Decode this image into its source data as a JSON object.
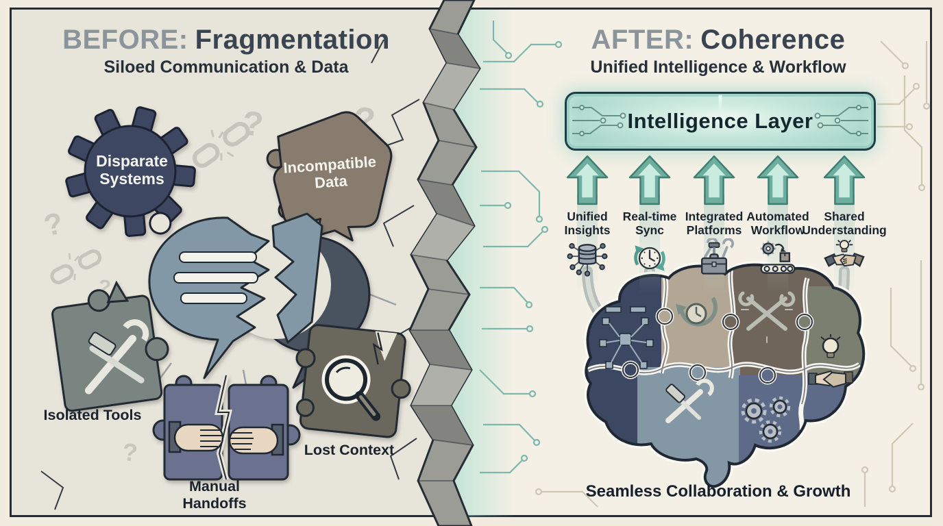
{
  "poster": {
    "before": {
      "title_prefix": "BEFORE:",
      "title_main": "Fragmentation",
      "subtitle": "Siloed Communication & Data",
      "question_mark_glyph": "?",
      "problems": [
        {
          "label": "Disparate Systems",
          "icon": "gear-puzzle-icon"
        },
        {
          "label": "Incompatible Data",
          "icon": "torn-puzzle-piece-icon"
        },
        {
          "label": "Isolated Tools",
          "icon": "wrench-hammer-puzzle-icon"
        },
        {
          "label": "Manual Handoffs",
          "icon": "split-puzzle-hands-icon"
        },
        {
          "label": "Lost Context",
          "icon": "magnifier-puzzle-icon"
        }
      ],
      "center_motif": "broken-speech-bubbles-icon",
      "background_motifs": [
        "question-mark-icon",
        "broken-chain-icon",
        "crack-lines"
      ]
    },
    "after": {
      "title_prefix": "AFTER:",
      "title_main": "Coherence",
      "subtitle": "Unified Intelligence & Workflow",
      "intelligence_layer": "Intelligence Layer",
      "benefits": [
        {
          "label": "Unified Insights",
          "icon": "database-network-icon"
        },
        {
          "label": "Real-time Sync",
          "icon": "clock-sync-icon"
        },
        {
          "label": "Integrated Platforms",
          "icon": "toolbox-icon"
        },
        {
          "label": "Automated Workflow",
          "icon": "gear-conveyor-icon"
        },
        {
          "label": "Shared Understanding",
          "icon": "handshake-lightbulb-icon"
        }
      ],
      "brain_motif": "puzzle-brain-icon",
      "footer": "Seamless Collaboration & Growth"
    },
    "colors": {
      "left_background": "#e7e4da",
      "right_background": "#f4f0e5",
      "frame": "#262d36",
      "title_prefix": "#8b939b",
      "title_main": "#3a4350",
      "teal_accent": "#5fa392",
      "banner_fill": "#b5ded2",
      "navy": "#3c4762",
      "taupe": "#877b6e",
      "slate": "#6a7290",
      "olive": "#6b675c",
      "blue_gray": "#8398a7"
    }
  }
}
